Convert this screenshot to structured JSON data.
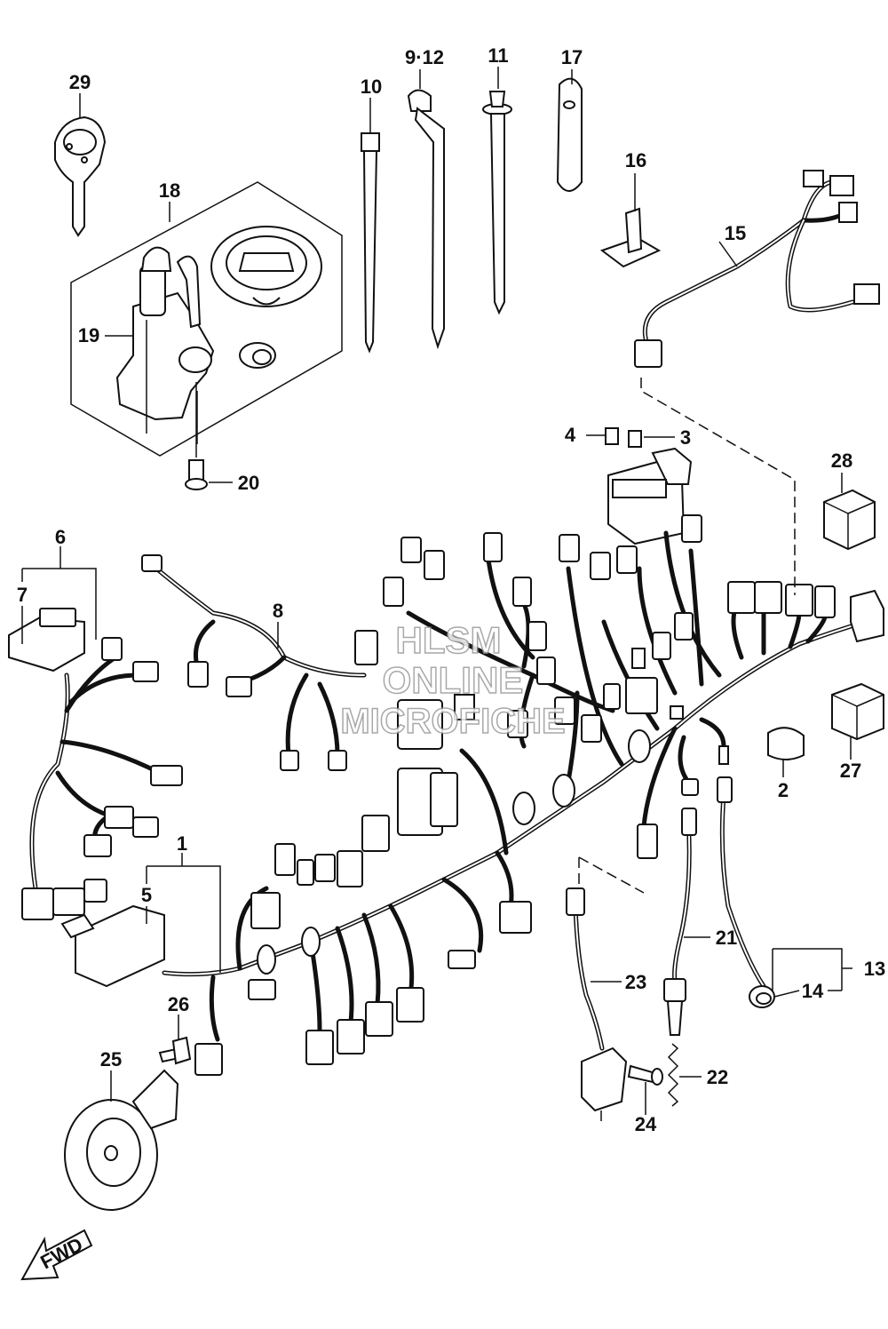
{
  "callouts": [
    "1",
    "2",
    "3",
    "4",
    "5",
    "6",
    "7",
    "8",
    "9·12",
    "10",
    "11",
    "13",
    "14",
    "15",
    "16",
    "17",
    "18",
    "19",
    "20",
    "21",
    "22",
    "23",
    "24",
    "25",
    "26",
    "27",
    "28",
    "29"
  ],
  "watermark": {
    "line1": "HLSM",
    "line2": "ONLINE",
    "line3": "MICROFICHE"
  },
  "fwd_label": "FWD"
}
